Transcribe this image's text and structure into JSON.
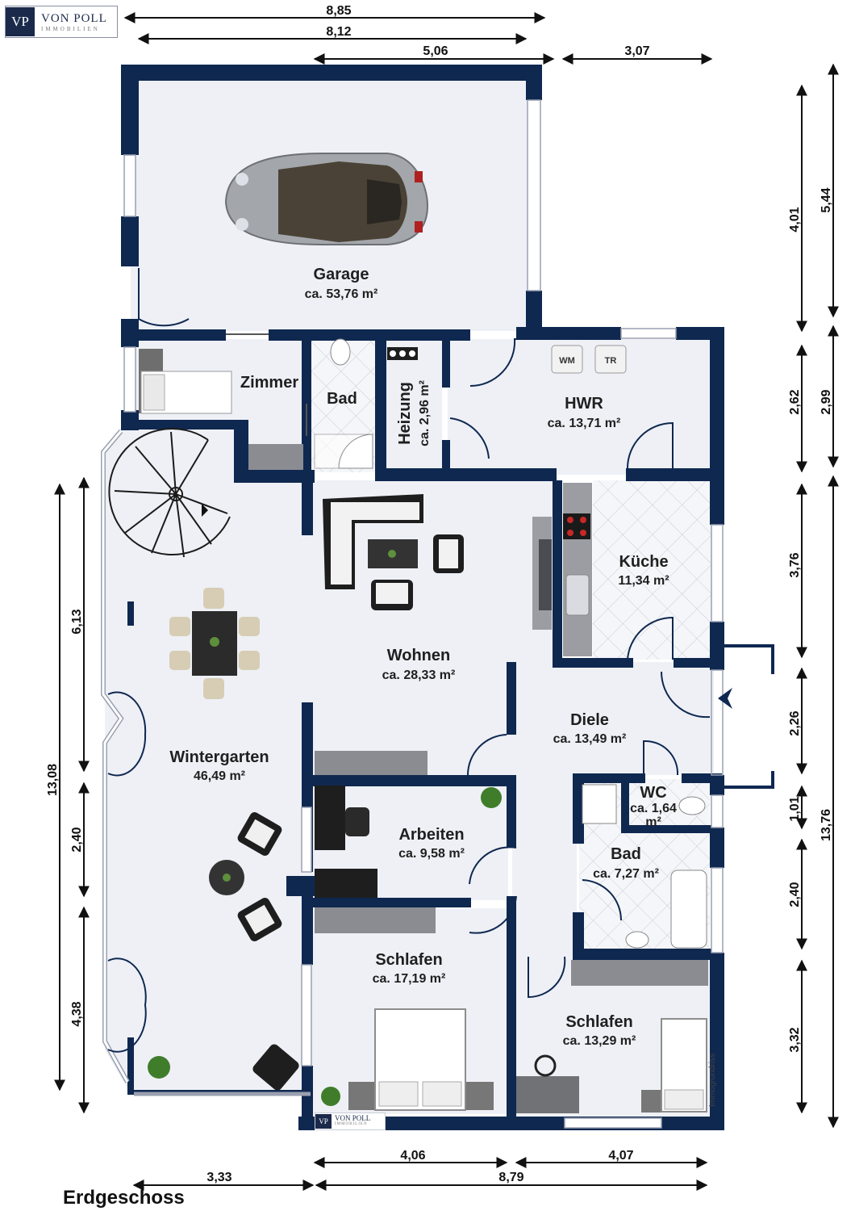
{
  "brand": {
    "logo_mark": "VP",
    "logo_name": "VON POLL",
    "logo_sub": "IMMOBILIEN"
  },
  "floor_title": "Erdgeschoss",
  "credit": "Immogrundriss",
  "rooms": {
    "garage": {
      "name": "Garage",
      "area": "ca. 53,76 m²"
    },
    "zimmer": {
      "name": "Zimmer"
    },
    "bad_top": {
      "name": "Bad"
    },
    "heizung": {
      "name": "Heizung",
      "area": "ca. 2,96 m²"
    },
    "hwr": {
      "name": "HWR",
      "area": "ca. 13,71 m²"
    },
    "kueche": {
      "name": "Küche",
      "area": "11,34 m²"
    },
    "wohnen": {
      "name": "Wohnen",
      "area": "ca. 28,33 m²"
    },
    "diele": {
      "name": "Diele",
      "area": "ca. 13,49 m²"
    },
    "wintergarten": {
      "name": "Wintergarten",
      "area": "46,49 m²"
    },
    "wc": {
      "name": "WC",
      "area_line1": "ca. 1,64",
      "area_line2": "m²"
    },
    "arbeiten": {
      "name": "Arbeiten",
      "area": "ca. 9,58 m²"
    },
    "bad": {
      "name": "Bad",
      "area": "ca. 7,27 m²"
    },
    "schlafen1": {
      "name": "Schlafen",
      "area": "ca. 17,19 m²"
    },
    "schlafen2": {
      "name": "Schlafen",
      "area": "ca. 13,29 m²"
    }
  },
  "appliances": {
    "washer": "WM",
    "dryer": "TR"
  },
  "dimensions": {
    "top_total": "8,85",
    "top_inner": "8,12",
    "top_garage": "5,06",
    "top_right": "3,07",
    "right_inner": [
      "4,01",
      "2,62",
      "3,76",
      "2,26",
      "1,01",
      "2,40",
      "3,32"
    ],
    "right_outer": [
      "5,44",
      "2,99",
      "13,76"
    ],
    "left_outer": "13,08",
    "left_inner": [
      "6,13",
      "2,40",
      "4,38"
    ],
    "bottom_upper": [
      "4,06",
      "4,07"
    ],
    "bottom_lower": [
      "3,33",
      "8,79"
    ]
  },
  "colors": {
    "wall": "#0f2850",
    "floor": "#eef0f6",
    "tile": "#f4f5f8"
  }
}
